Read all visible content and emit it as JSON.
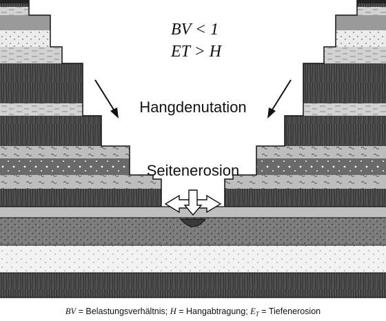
{
  "diagram": {
    "condition_1": "BV < 1",
    "condition_2": "ET > H",
    "condition_2_sub": "T",
    "label_slope": "Hangdenutation",
    "label_lateral": "Seitenerosion"
  },
  "caption": {
    "bv_symbol": "BV",
    "bv_text": " = Belastungsverhältnis; ",
    "h_symbol": "H",
    "h_text": " = Hangabtragung; ",
    "et_symbol": "E",
    "et_sub": "T",
    "et_text": " = Tiefenerosion"
  },
  "colors": {
    "dark_rock": "#4a4a4a",
    "mid_rock": "#8c8c8c",
    "light_rock": "#d6d6d6",
    "sand": "#e8e8e8",
    "outline": "#111111"
  }
}
